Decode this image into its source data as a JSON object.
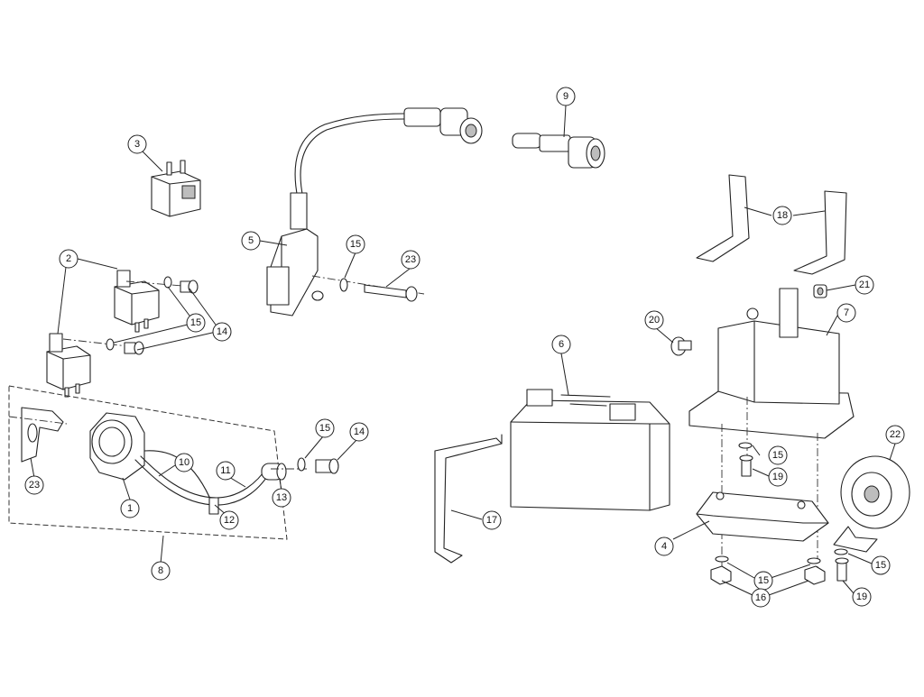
{
  "callouts": [
    {
      "id": "c1",
      "label": "1"
    },
    {
      "id": "c2",
      "label": "2"
    },
    {
      "id": "c3",
      "label": "3"
    },
    {
      "id": "c4",
      "label": "4"
    },
    {
      "id": "c5",
      "label": "5"
    },
    {
      "id": "c6",
      "label": "6"
    },
    {
      "id": "c7",
      "label": "7"
    },
    {
      "id": "c8",
      "label": "8"
    },
    {
      "id": "c9",
      "label": "9"
    },
    {
      "id": "c10",
      "label": "10"
    },
    {
      "id": "c11",
      "label": "11"
    },
    {
      "id": "c12",
      "label": "12"
    },
    {
      "id": "c13",
      "label": "13"
    },
    {
      "id": "c14a",
      "label": "14"
    },
    {
      "id": "c14b",
      "label": "14"
    },
    {
      "id": "c15a",
      "label": "15"
    },
    {
      "id": "c15b",
      "label": "15"
    },
    {
      "id": "c15c",
      "label": "15"
    },
    {
      "id": "c15d",
      "label": "15"
    },
    {
      "id": "c15e",
      "label": "15"
    },
    {
      "id": "c15f",
      "label": "15"
    },
    {
      "id": "c16",
      "label": "16"
    },
    {
      "id": "c17",
      "label": "17"
    },
    {
      "id": "c18",
      "label": "18"
    },
    {
      "id": "c19a",
      "label": "19"
    },
    {
      "id": "c19b",
      "label": "19"
    },
    {
      "id": "c20",
      "label": "20"
    },
    {
      "id": "c21",
      "label": "21"
    },
    {
      "id": "c22",
      "label": "22"
    },
    {
      "id": "c23a",
      "label": "23"
    },
    {
      "id": "c23b",
      "label": "23"
    }
  ]
}
